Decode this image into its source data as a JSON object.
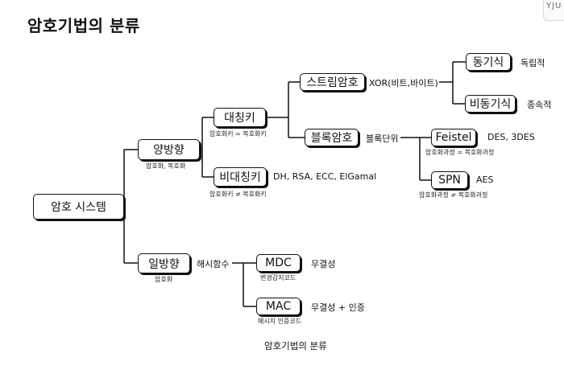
{
  "title": "암호기법의 분류",
  "corner_text": "YJU",
  "caption": "암호기법의 분류",
  "nodes": {
    "root": "암호 시스템",
    "two_way": "양방향",
    "one_way": "일방향",
    "symmetric": "대칭키",
    "asymmetric": "비대칭키",
    "stream": "스트림암호",
    "block": "블록암호",
    "sync": "동기식",
    "async": "비동기식",
    "feistel": "Feistel",
    "spn": "SPN",
    "mdc": "MDC",
    "mac": "MAC"
  },
  "subs": {
    "two_way": "암호화, 복호화",
    "one_way": "암호화",
    "symmetric": "암호화키 = 복호화키",
    "asymmetric": "암호화키 ≠ 복호화키",
    "feistel": "암호화과정 = 복호화과정",
    "spn": "암호화과정 ≠ 복호화과정",
    "mdc": "변경감지코드",
    "mac": "메시지 인증코드"
  },
  "side_labels": {
    "stream": "XOR(비트,바이트)",
    "block": "블록단위",
    "sync": "독립적",
    "async": "종속적",
    "feistel": "DES, 3DES",
    "spn": "AES",
    "asymmetric": "DH, RSA, ECC, ElGamal",
    "one_way": "해시함수",
    "mdc": "무결성",
    "mac": "무결성 + 인증"
  }
}
